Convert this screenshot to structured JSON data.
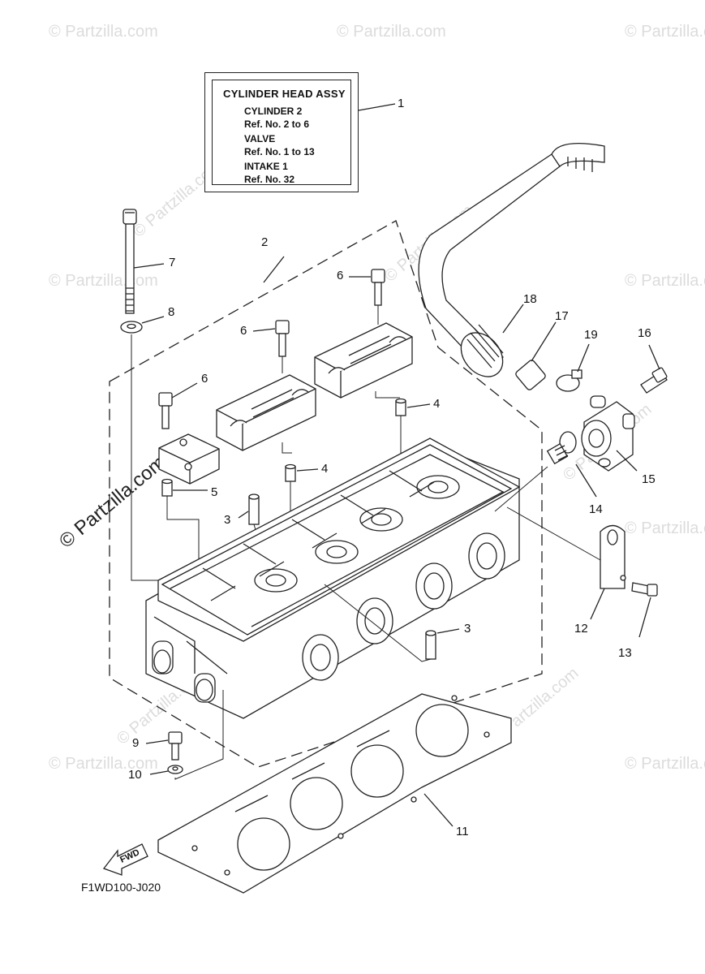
{
  "watermarks": {
    "site_text": "© Partzilla.com",
    "large_text": "© Partzilla.com"
  },
  "info_box": {
    "title": "CYLINDER HEAD ASSY",
    "lines": [
      "CYLINDER 2",
      "Ref. No. 2 to 6",
      "VALVE",
      "Ref. No. 1 to 13",
      "INTAKE 1",
      "Ref. No. 32"
    ]
  },
  "callouts": {
    "c1": "1",
    "c2": "2",
    "c3a": "3",
    "c3b": "3",
    "c4a": "4",
    "c4b": "4",
    "c5": "5",
    "c6a": "6",
    "c6b": "6",
    "c6c": "6",
    "c7": "7",
    "c8": "8",
    "c9": "9",
    "c10": "10",
    "c11": "11",
    "c12": "12",
    "c13": "13",
    "c14": "14",
    "c15": "15",
    "c16": "16",
    "c17": "17",
    "c18": "18",
    "c19": "19"
  },
  "fwd_label": "FWD",
  "diagram_code": "F1WD100-J020"
}
